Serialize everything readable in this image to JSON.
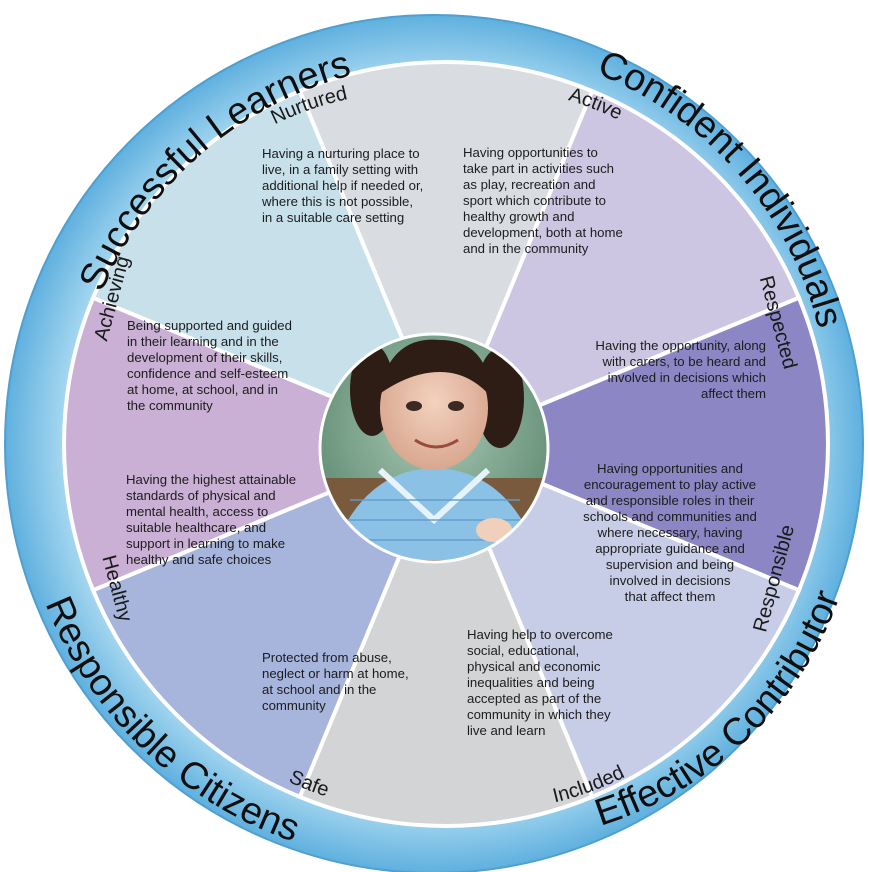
{
  "outer_ring": {
    "labels": [
      "Successful Learners",
      "Confident Individuals",
      "Effective Contributors",
      "Responsible Citizens"
    ]
  },
  "segments": [
    {
      "key": "nurtured",
      "title": "Nurtured",
      "color": "#d9dde1",
      "text": "Having a nurturing place to\nlive, in a family setting with\nadditional help if needed or,\nwhere this is not possible,\nin a suitable care setting"
    },
    {
      "key": "active",
      "title": "Active",
      "color": "#cdc6e2",
      "text": "Having opportunities to\ntake part in activities such\nas play, recreation and\nsport which contribute to\nhealthy growth and\ndevelopment, both at home\nand in the community"
    },
    {
      "key": "respected",
      "title": "Respected",
      "color": "#8d86c4",
      "text": "Having the opportunity, along\nwith carers, to be heard and\ninvolved in decisions which\naffect them"
    },
    {
      "key": "responsible",
      "title": "Responsible",
      "color": "#c7cde6",
      "text": "Having opportunities and\nencouragement to play active\nand responsible roles in their\nschools and communities and\nwhere necessary, having\nappropriate guidance and\nsupervision and being\ninvolved in decisions\nthat affect them"
    },
    {
      "key": "included",
      "title": "Included",
      "color": "#d3d4d6",
      "text": "Having help to overcome\nsocial, educational,\nphysical and economic\ninequalities and being\naccepted as part of the\ncommunity in which they\nlive and learn"
    },
    {
      "key": "safe",
      "title": "Safe",
      "color": "#a7b4dc",
      "text": "Protected from abuse,\nneglect or harm at home,\nat school and in the\ncommunity"
    },
    {
      "key": "healthy",
      "title": "Healthy",
      "color": "#c9b0d4",
      "text": "Having the highest attainable\nstandards of physical and\nmental health, access to\nsuitable healthcare, and\nsupport in learning to make\nhealthy and safe choices"
    },
    {
      "key": "achieving",
      "title": "Achieving",
      "color": "#c7e0ea",
      "text": "Being supported and guided\nin their learning and in the\ndevelopment of their skills,\nconfidence and self-esteem\nat home, at school, and in\nthe community"
    }
  ],
  "colors": {
    "ring_outer": "#6eb6e0",
    "ring_inner": "#9fd3ee",
    "ring_edge": "#4f9fd0",
    "divider": "#ffffff",
    "text": "#1c1c1c"
  },
  "center_image": {
    "icon": "child-photo"
  }
}
